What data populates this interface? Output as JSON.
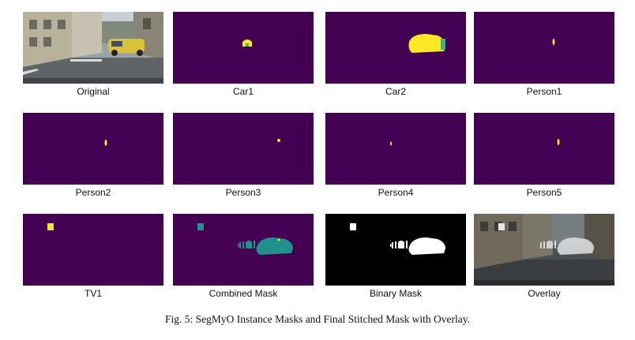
{
  "figure": {
    "caption": "Fig. 5: SegMyO Instance Masks and Final Stitched Mask with Overlay.",
    "colors": {
      "mask_background": "#440154",
      "mask_foreground": "#fde725",
      "combined_mask_object": "#21918c",
      "binary_background": "#000000",
      "binary_foreground": "#ffffff"
    },
    "panels": [
      {
        "label": "Original"
      },
      {
        "label": "Car1"
      },
      {
        "label": "Car2"
      },
      {
        "label": "Person1"
      },
      {
        "label": "Person2"
      },
      {
        "label": "Person3"
      },
      {
        "label": "Person4"
      },
      {
        "label": "Person5"
      },
      {
        "label": "TV1"
      },
      {
        "label": "Combined Mask"
      },
      {
        "label": "Binary Mask"
      },
      {
        "label": "Overlay"
      }
    ]
  }
}
